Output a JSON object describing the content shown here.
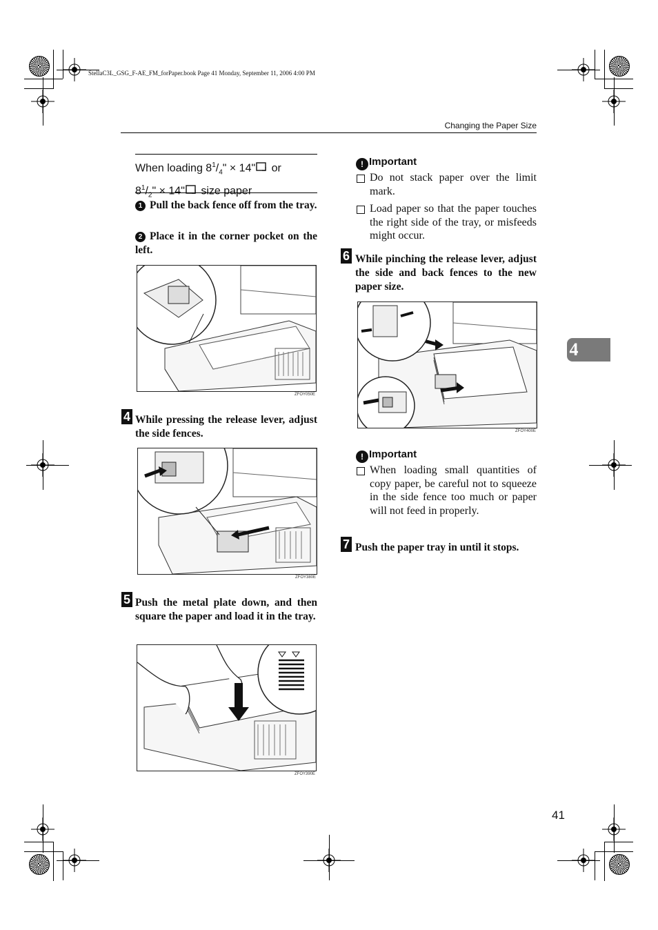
{
  "header_meta": "StellaC3L_GSG_F-AE_FM_forPaper.book  Page 41  Monday, September 11, 2006  4:00 PM",
  "running_head": "Changing the Paper Size",
  "chapter_tab": "4",
  "page_number": "41",
  "subhead": {
    "part1": "When loading 8",
    "sup1": "1",
    "frac1": "/",
    "sub1": "4",
    "part2": "\" × 14\"",
    "part3": " or",
    "part4": "8",
    "sup2": "1",
    "frac2": "/",
    "sub2": "2",
    "part5": "\" × 14\"",
    "part6": " size paper"
  },
  "substeps": [
    {
      "num": "1",
      "text": "Pull the back fence off from the tray."
    },
    {
      "num": "2",
      "text": "Place it in the corner pocket on the left."
    }
  ],
  "steps": {
    "d": {
      "marker": "4",
      "text": "While pressing the release lever, adjust the side fences."
    },
    "e": {
      "marker": "5",
      "text": "Push the metal plate down, and then square the paper and load it in the tray."
    },
    "f": {
      "marker": "6",
      "text": "While pinching the release lever, adjust the side and back fences to the new paper size."
    },
    "g": {
      "marker": "7",
      "text": "Push the paper tray in until it stops."
    }
  },
  "figures": {
    "fig1_code": "ZFOY050E",
    "fig2_code": "ZFOY380E",
    "fig3_code": "ZFOY390E",
    "fig4_code": "ZFOY400E"
  },
  "important1": {
    "title": "Important",
    "items": [
      "Do not stack paper over the limit mark.",
      "Load paper so that the paper touches the right side of the tray, or misfeeds might occur."
    ]
  },
  "important2": {
    "title": "Important",
    "items": [
      "When loading small quantities of copy paper, be careful not to squeeze in the side fence too much or paper will not feed in properly."
    ]
  },
  "icons": {
    "important": "important-icon",
    "paper_orientation": "paper-orientation-icon",
    "checkbox": "checkbox-bullet-icon"
  }
}
